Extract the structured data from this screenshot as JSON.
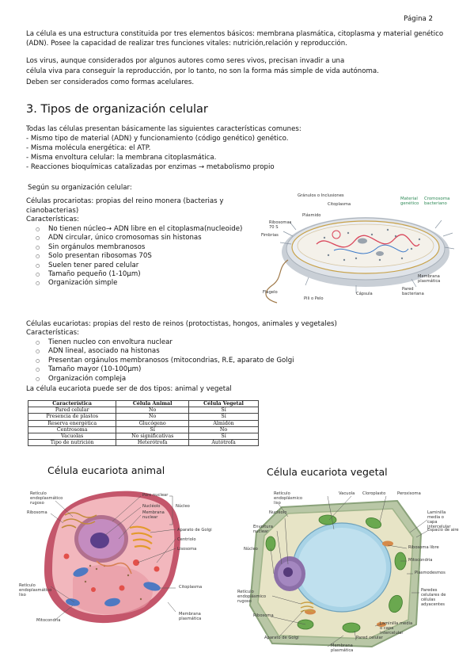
{
  "page": {
    "number_label": "Página 2"
  },
  "intro": {
    "p1_line1": "La célula es una estructura constituida por tres elementos básicos: membrana plasmática, citoplasma y material genético",
    "p1_line2": "(ADN). Posee la capacidad de realizar tres funciones vitales: nutrición,relación y reproducción.",
    "p2_line1": "Los virus, aunque considerados por algunos autores como seres vivos, precisan invadir a una",
    "p2_line2": "célula viva para conseguir la reproducción, por lo tanto, no son la forma más simple de vida autónoma.",
    "p2_line3": "Deben ser considerados como formas acelulares."
  },
  "section3": {
    "title": "3. Tipos de organización celular",
    "common_intro": "Todas las células presentan básicamente las siguientes características comunes:",
    "common": [
      "- Mismo tipo de material (ADN) y funcionamiento (código genético) genético.",
      "- Misma molécula energética: el ATP.",
      "- Misma envoltura celular: la membrana citoplasmática.",
      "- Reacciones bioquímicas catalizadas por enzimas → metabolismo propio"
    ],
    "by_org": "Según su organización celular:"
  },
  "prokaryote": {
    "line1": "Células procariotas: propias del reino monera (bacterias y",
    "line2": "cianobacterias)",
    "char_label": "Características:",
    "items": [
      "No tienen núcleo→ ADN libre en el citoplasma(nucleoide)",
      "ADN circular, único cromosomas sin histonas",
      "Sin orgánulos membranosos",
      "Solo presentan ribosomas 70S",
      "Suelen tener pared celular",
      "Tamaño pequeño (1-10µm)",
      "Organización simple"
    ],
    "diagram_labels": {
      "granulos": "Gránulos o Inclusiones",
      "citoplasma": "Citoplasma",
      "material_genetico": "Material genético",
      "cromosoma": "Cromosoma bacteriano",
      "plasmido": "Plásmido",
      "ribosomas": "Ribosomas 70 S",
      "fimbrias": "Fimbrias",
      "membrana": "Membrana plasmática",
      "flagelo": "Flagelo",
      "pili": "Pili o Pelo",
      "capsula": "Cápsula",
      "pared": "Pared bacteriana"
    }
  },
  "eukaryote": {
    "line1": "Células eucariotas: propias del resto de reinos (protoctistas, hongos, animales y vegetales)",
    "char_label": "Características:",
    "items": [
      "Tienen nucleo con envoltura nuclear",
      "ADN lineal, asociado na histonas",
      "Presentan orgánulos membranosos (mitocondrias, R.E, aparato de Golgi",
      "Tamaño mayor (10-100µm)",
      "Organización compleja"
    ],
    "types_line": "La célula eucariota puede ser de dos tipos: animal y vegetal"
  },
  "table": {
    "headers": [
      "Característica",
      "Célula Animal",
      "Célula Vegetal"
    ],
    "rows": [
      [
        "Pared celular",
        "No",
        "Sí"
      ],
      [
        "Presencia de plastos",
        "No",
        "Sí"
      ],
      [
        "Reserva energética",
        "Glucógeno",
        "Almidón"
      ],
      [
        "Centrosoma",
        "Sí",
        "No"
      ],
      [
        "Vacuolas",
        "No significativas",
        "Sí"
      ],
      [
        "Tipo de nutrición",
        "Heterótrofa",
        "Autótrofa"
      ]
    ]
  },
  "animal_figure": {
    "title": "Célula eucariota animal",
    "labels": {
      "reticulo_rugoso": "Retículo endoplasmático rugoso",
      "ribosoma": "Ribosoma",
      "poro": "Poro nuclear",
      "nucleolo": "Nucléolo",
      "nucleo": "Núcleo",
      "membrana_nuclear": "Membrana nuclear",
      "golgi": "Aparato de Golgi",
      "centriolo": "Centriolo",
      "lisosoma": "Lisosoma",
      "reticulo_liso": "Retículo endoplasmático liso",
      "citoplasma": "Citoplasma",
      "mitocondria": "Mitocondria",
      "membrana": "Membrana plasmática"
    }
  },
  "plant_figure": {
    "title": "Célula eucariota vegetal",
    "labels": {
      "reticulo_liso": "Retículo endoplásmico liso",
      "vacuola": "Vacuola",
      "cloroplasto": "Cloroplasto",
      "peroxisoma": "Peroxisoma",
      "nucleolo": "Nucléolo",
      "lamina": "Laminilla media o capa intercelular",
      "espacio": "Espacio de aire",
      "envoltura": "Envoltura nuclear",
      "nucleo": "Núcleo",
      "ribosoma_libre": "Ribosoma libre",
      "mitocondria": "Mitocondria",
      "plasmodesmo": "Plasmodesmos",
      "reticulo_rugoso": "Retículo endoplásmico rugoso",
      "paredes": "Paredes celulares de células adyacentes",
      "ribosoma": "Ribosoma",
      "golgi": "Aparato de Golgi",
      "pared": "Pared celular",
      "lamina2": "Laminilla media o capa intercelular",
      "membrana": "Membrana plasmática"
    }
  }
}
